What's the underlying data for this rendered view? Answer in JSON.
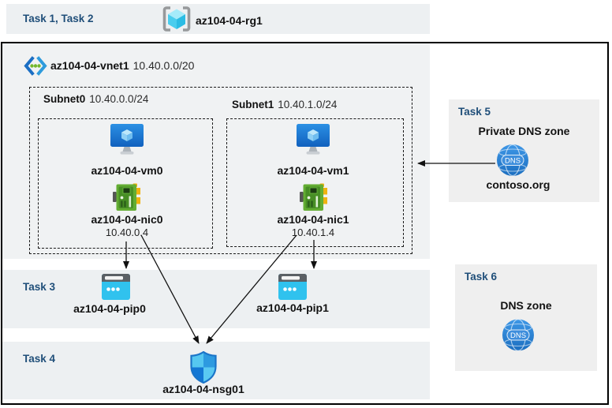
{
  "top_band": {
    "tasks_label": "Task 1, Task 2",
    "resource_group_name": "az104-04-rg1"
  },
  "vnet": {
    "name": "az104-04-vnet1",
    "cidr": "10.40.0.0/20",
    "subnets": [
      {
        "name": "Subnet0",
        "cidr": "10.40.0.0/24",
        "vm_name": "az104-04-vm0",
        "nic_name": "az104-04-nic0",
        "nic_ip": "10.40.0.4"
      },
      {
        "name": "Subnet1",
        "cidr": "10.40.1.0/24",
        "vm_name": "az104-04-vm1",
        "nic_name": "az104-04-nic1",
        "nic_ip": "10.40.1.4"
      }
    ]
  },
  "task3": {
    "label": "Task 3",
    "pip_names": [
      "az104-04-pip0",
      "az104-04-pip1"
    ]
  },
  "task4": {
    "label": "Task 4",
    "nsg_name": "az104-04-nsg01"
  },
  "task5": {
    "label": "Task 5",
    "title": "Private DNS zone",
    "zone_name": "contoso.org",
    "dns_icon_text": "DNS"
  },
  "task6": {
    "label": "Task 6",
    "title": "DNS zone",
    "dns_icon_text": "DNS"
  },
  "icons": {
    "resource_group": "resource-group-icon",
    "virtual_network": "vnet-icon",
    "virtual_machine": "vm-icon",
    "network_interface": "nic-icon",
    "public_ip": "public-ip-icon",
    "network_security_group": "nsg-shield-icon",
    "dns_zone": "dns-globe-icon"
  },
  "colors": {
    "task_label_blue": "#1F4E79",
    "band_bg": "#EDF0F2",
    "panel_bg": "#EFEFEF",
    "vnet_bg": "#F0F2F3",
    "vm_blue": "#1874D2",
    "nic_green": "#5FA92F",
    "pip_cyan": "#30C2EE",
    "nsg_blue": "#2D9AE0",
    "dns_blue": "#2E86D6",
    "arrow_black": "#111111"
  }
}
